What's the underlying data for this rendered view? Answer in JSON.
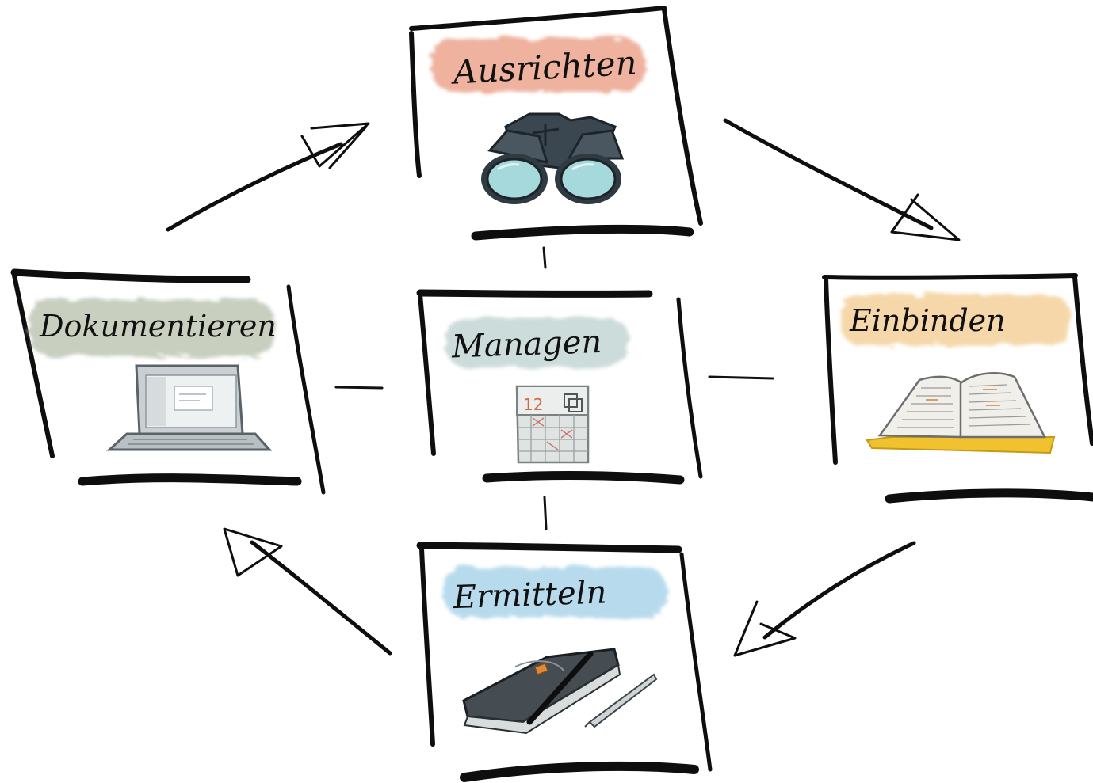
{
  "diagram": {
    "cards": [
      {
        "id": "ausrichten",
        "label": "Ausrichten",
        "wash_color": "#e8957a",
        "icon": "binoculars-icon"
      },
      {
        "id": "einbinden",
        "label": "Einbinden",
        "wash_color": "#f2c98a",
        "icon": "open-book-icon"
      },
      {
        "id": "ermitteln",
        "label": "Ermitteln",
        "wash_color": "#9ccde6",
        "icon": "notebook-pen-icon"
      },
      {
        "id": "dokumentieren",
        "label": "Dokumentieren",
        "wash_color": "#b4bda7",
        "icon": "laptop-icon"
      },
      {
        "id": "managen",
        "label": "Managen",
        "wash_color": "#b9cfcc",
        "icon": "calendar-icon"
      }
    ],
    "calendar_number": "12",
    "cycle_arrows": [
      {
        "from": "dokumentieren",
        "to": "ausrichten"
      },
      {
        "from": "ausrichten",
        "to": "einbinden"
      },
      {
        "from": "einbinden",
        "to": "ermitteln"
      },
      {
        "from": "ermitteln",
        "to": "dokumentieren"
      }
    ],
    "ink_color": "#0e0e0e"
  }
}
